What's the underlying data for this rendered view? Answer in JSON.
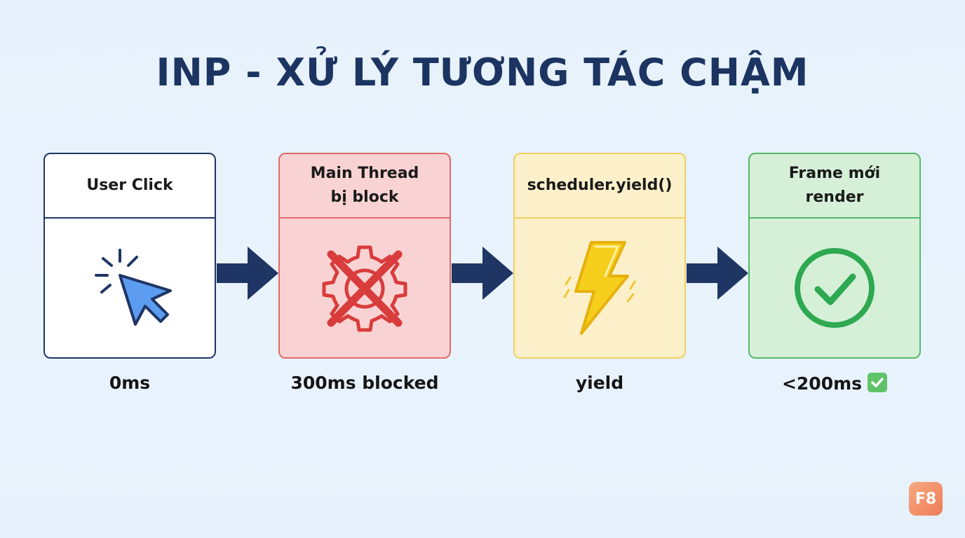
{
  "title": "INP - XỬ LÝ TƯƠNG TÁC CHẬM",
  "steps": [
    {
      "label": "User Click",
      "caption": "0ms",
      "icon": "cursor-click-icon"
    },
    {
      "label": "Main Thread\nbị block",
      "caption": "300ms blocked",
      "icon": "gear-crossed-icon"
    },
    {
      "label": "scheduler.yield()",
      "caption": "yield",
      "icon": "lightning-icon"
    },
    {
      "label": "Frame mới\nrender",
      "caption": "<200ms",
      "icon": "check-circle-icon"
    }
  ],
  "logo": "F8",
  "colors": {
    "title": "#1b3461",
    "arrow": "#1f3564",
    "blocked": "#d93c3c",
    "yield": "#f2c014",
    "success": "#2fa852"
  }
}
